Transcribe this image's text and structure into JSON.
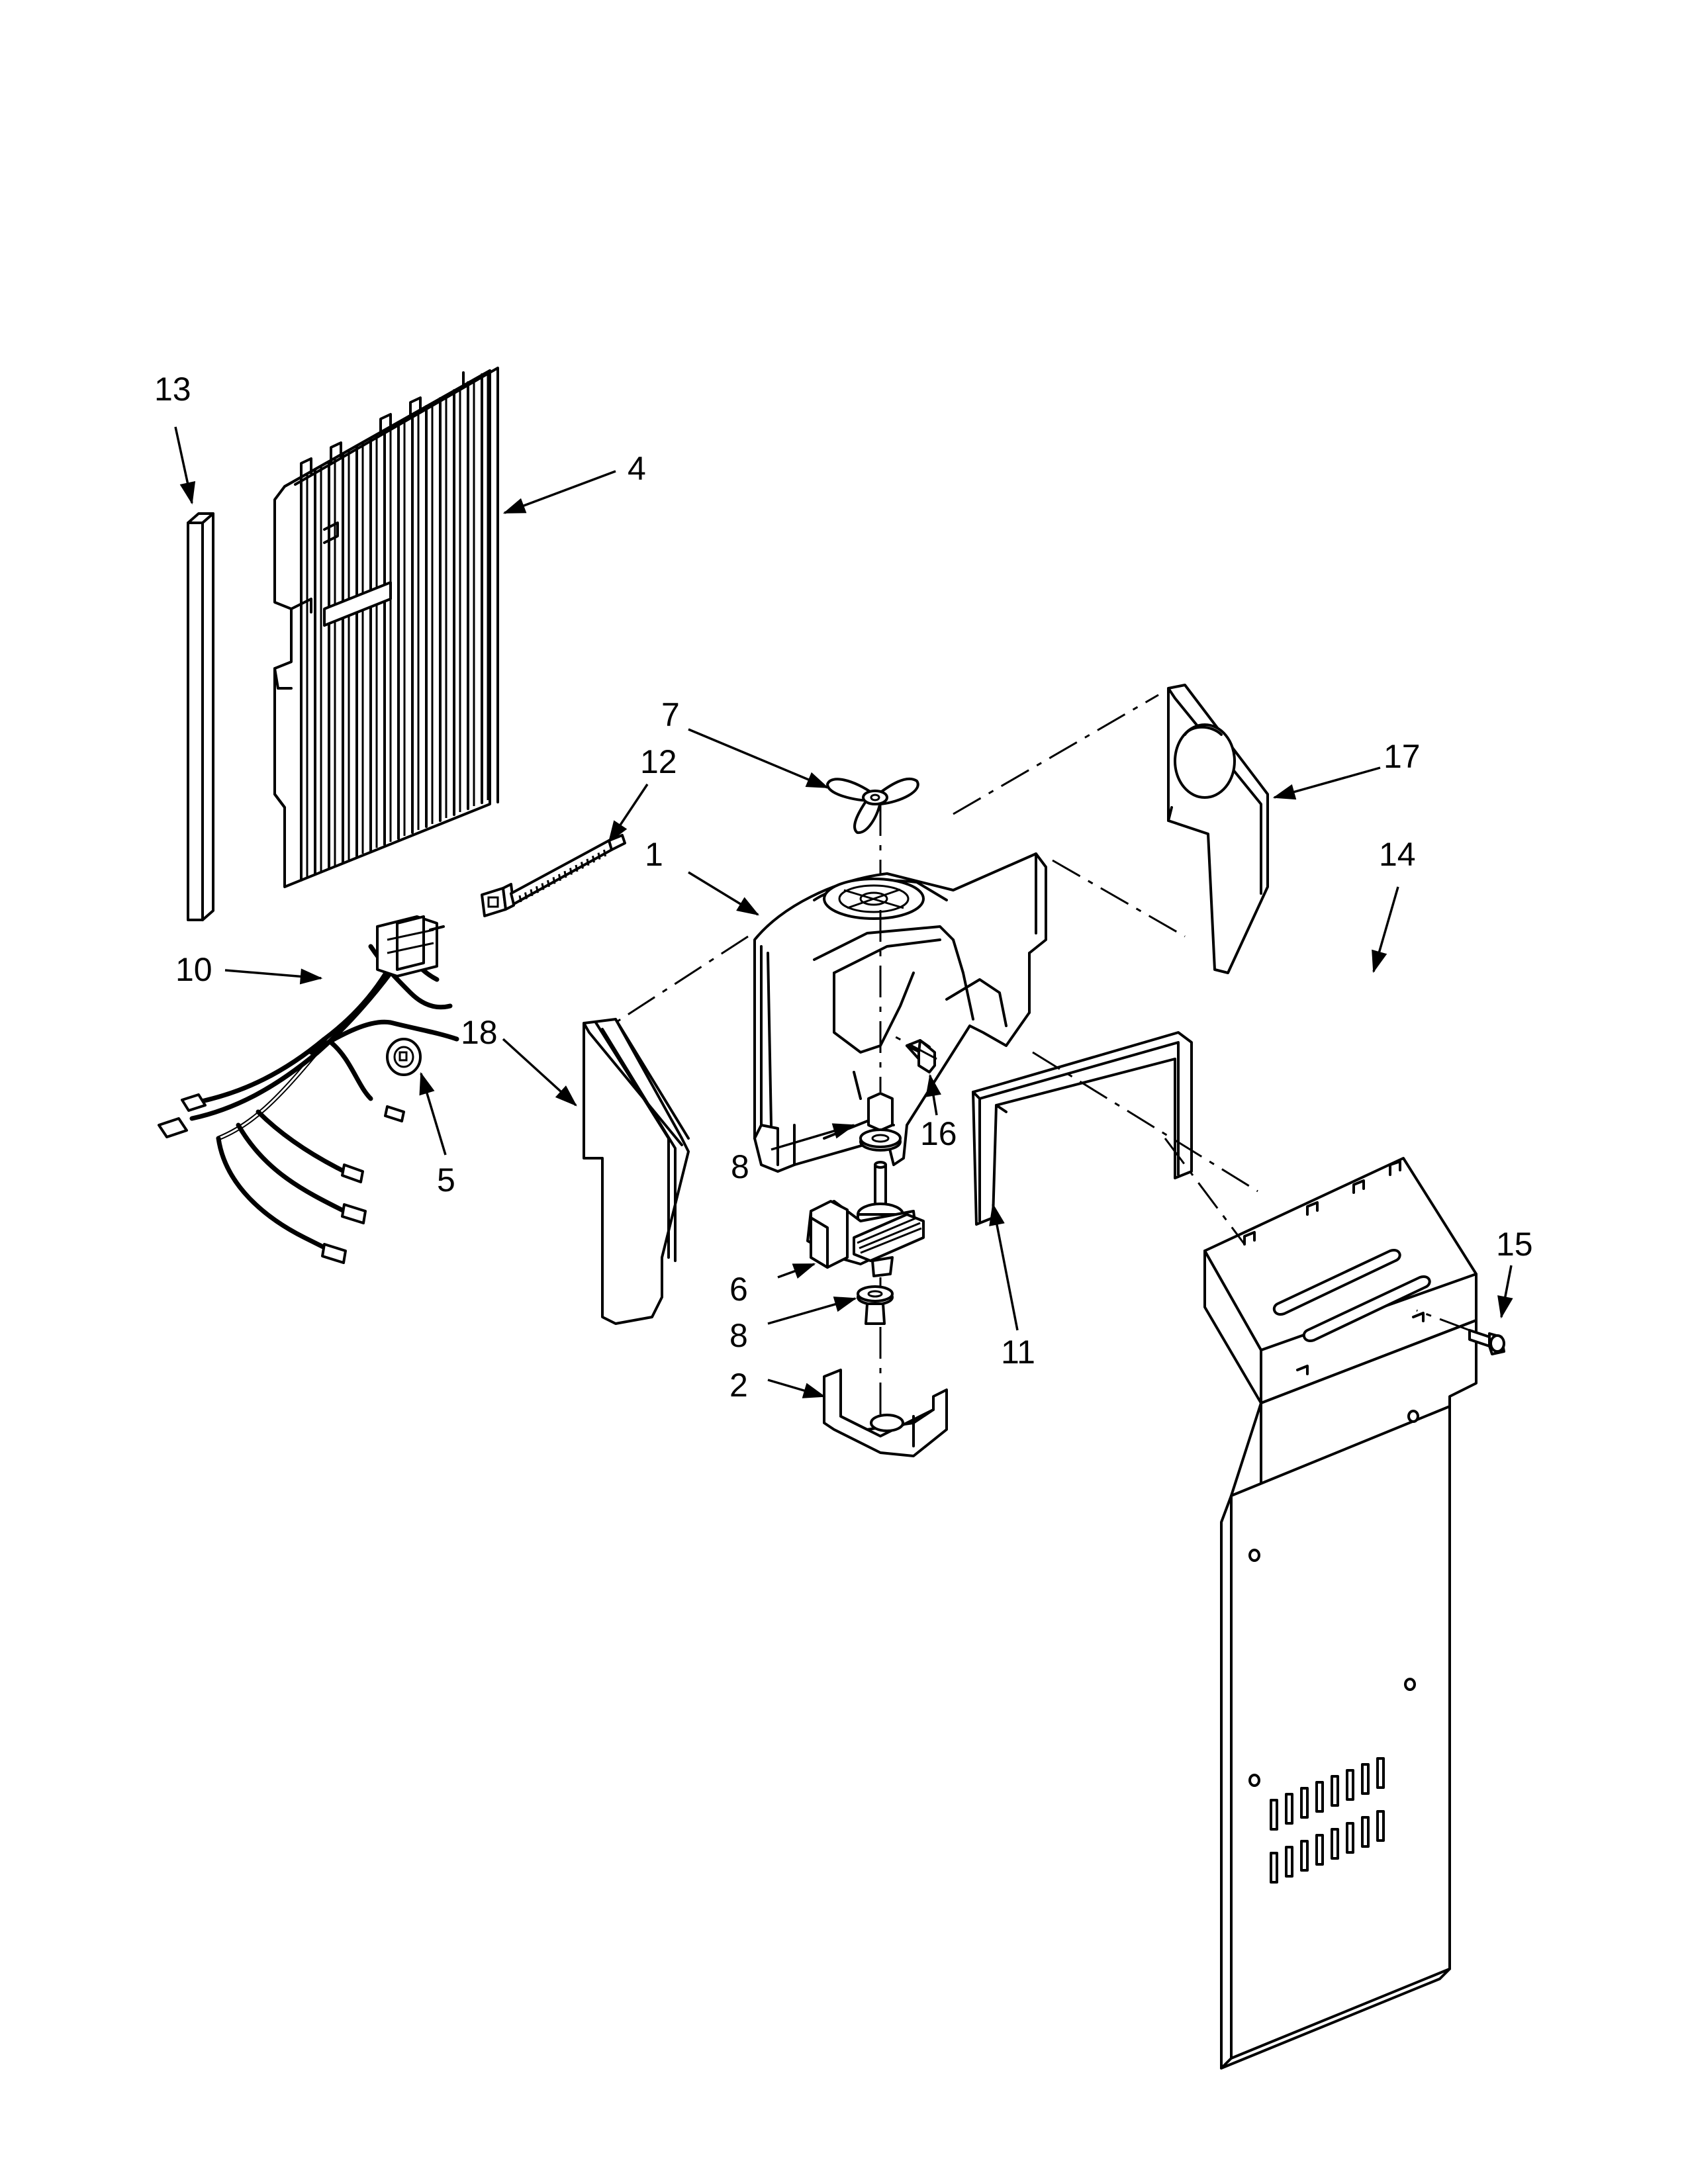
{
  "callouts": {
    "c1": "1",
    "c2": "2",
    "c4": "4",
    "c5": "5",
    "c6": "6",
    "c7": "7",
    "c8a": "8",
    "c8b": "8",
    "c10": "10",
    "c11": "11",
    "c12": "12",
    "c13": "13",
    "c14": "14",
    "c15": "15",
    "c16": "16",
    "c17": "17",
    "c18": "18"
  }
}
